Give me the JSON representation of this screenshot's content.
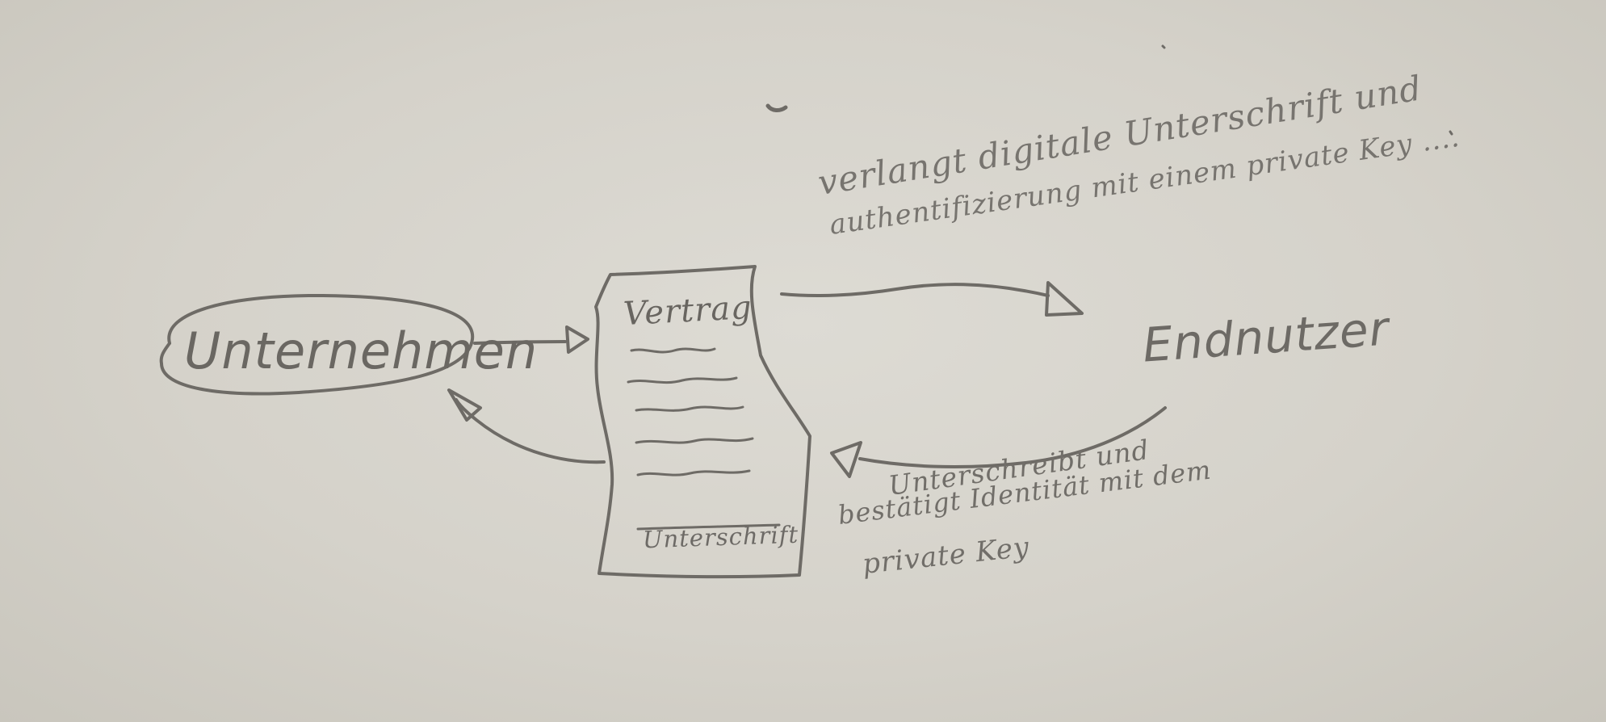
{
  "nodes": {
    "company": "Unternehmen",
    "contract": "Vertrag",
    "signature_line": "Unterschrift",
    "end_user": "Endnutzer"
  },
  "edges": {
    "contract_to_user_line1": "verlangt digitale Unterschrift und",
    "contract_to_user_line2": "authentifizierung mit einem private Key ....",
    "user_to_contract_line1": "Unterschreibt und",
    "user_to_contract_line2": "bestätigt Identität mit dem",
    "user_to_contract_line3": "private Key"
  },
  "colors": {
    "paper": "#d7d4cc",
    "pencil": "#6e6b66"
  }
}
